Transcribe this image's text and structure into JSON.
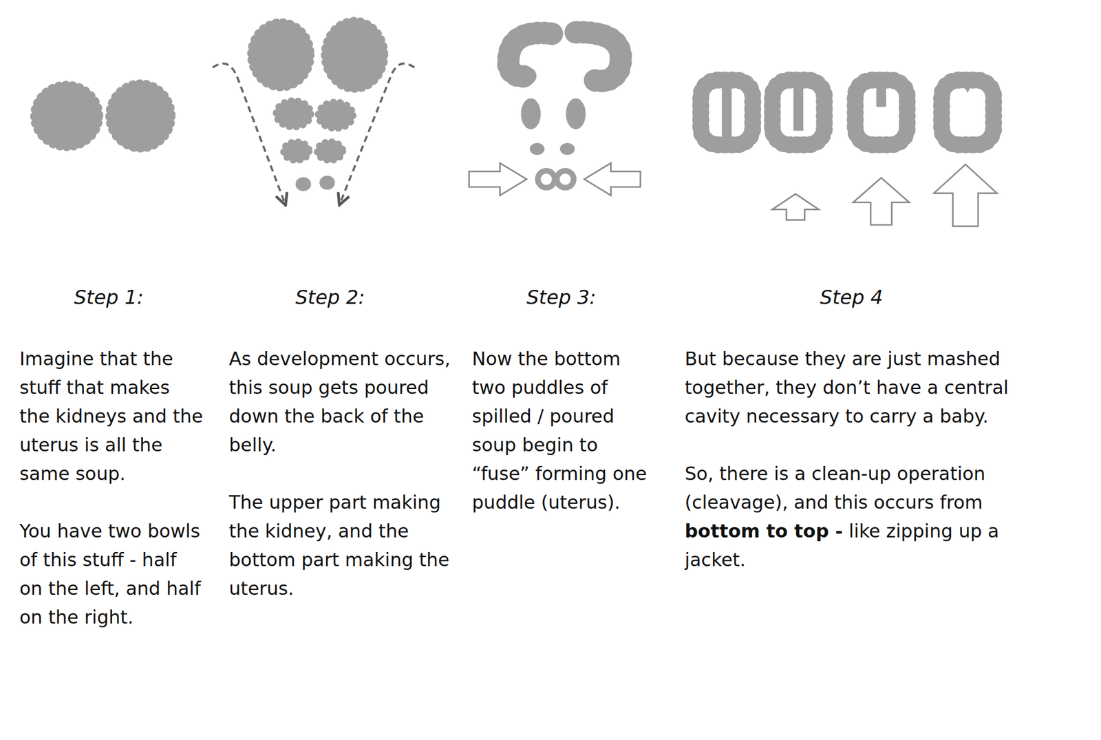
{
  "diagram": {
    "labels": [
      "Step 1:",
      "Imagine that the stuff that makes the kidneys and the uterus is all the same soup.",
      "You have two bowls of this stuff - half on the left, and half on the right.",
      "Step 2:",
      "As development occurs, this soup gets poured down the back of the belly.",
      "The upper part making the kidney, and the bottom part making the uterus.",
      "Step 3:",
      "Now the bottom two puddles of spilled / poured soup begin to “fuse” forming one puddle (uterus).",
      "Step 4",
      "But because they are just mashed together, they don’t have a central cavity necessary to carry a baby.",
      "So, there is a clean-up operation (cleavage), and this occurs from",
      "bottom to top -",
      "like zipping up a jacket."
    ]
  }
}
